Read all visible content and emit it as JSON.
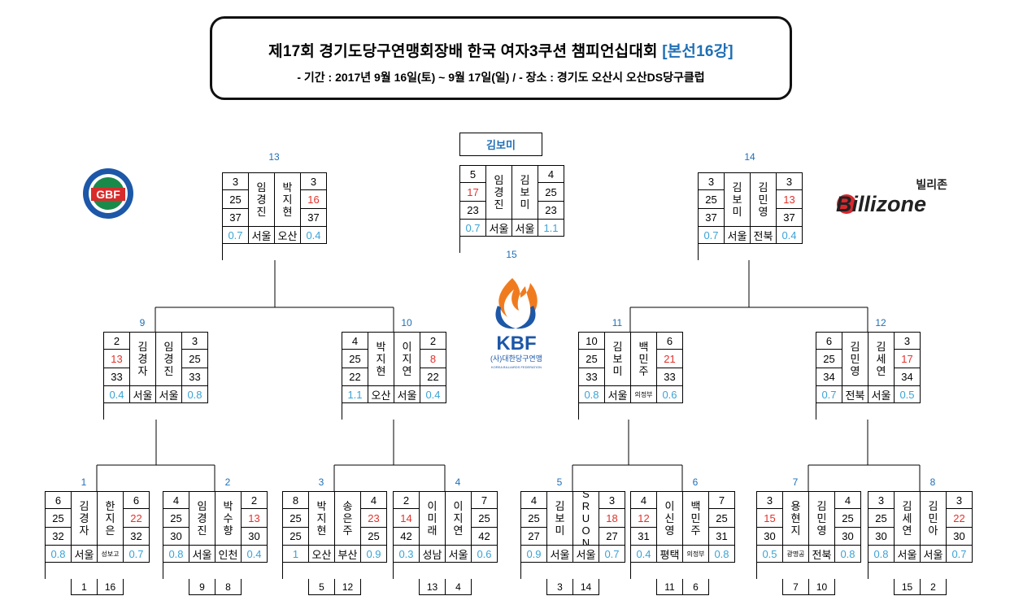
{
  "header": {
    "title_main": "제17회 경기도당구연맹회장배  한국 여자3쿠션 챔피언십대회",
    "title_stage": "[본선16강]",
    "subtitle": "-  기간 : 2017년 9월 16일(토) ~  9월 17일(일) /  - 장소 : 경기도 오산시 오산DS당구클럽"
  },
  "champion": "김보미",
  "logos": {
    "gbf": {
      "text": "GBF"
    },
    "kbf": {
      "text": "KBF",
      "org": "(사)대한당구연맹",
      "org_en": "KOREA BILLIARDS FEDERATION"
    },
    "billizone": {
      "brand_kr": "빌리존",
      "brand_en": "Billizone"
    }
  },
  "colors": {
    "accent_blue": "#1f6fb5",
    "avg_blue": "#3aa3d6",
    "loser_red": "#e2322b"
  },
  "matches": {
    "m1": {
      "number": "1",
      "left": {
        "inning": "6",
        "name": "김경자",
        "region": "서울",
        "score": "25",
        "avg": "0.8"
      },
      "right": {
        "inning": "6",
        "name": "한지은",
        "region": "성보고",
        "score": "22",
        "avg": "0.7"
      },
      "total": "32",
      "seeds": [
        "1",
        "16"
      ]
    },
    "m2": {
      "number": "2",
      "left": {
        "inning": "4",
        "name": "임경진",
        "region": "서울",
        "score": "25",
        "avg": "0.8"
      },
      "right": {
        "inning": "2",
        "name": "박수향",
        "region": "인천",
        "score": "13",
        "avg": "0.4"
      },
      "total": "30",
      "seeds": [
        "9",
        "8"
      ]
    },
    "m3": {
      "number": "3",
      "left": {
        "inning": "8",
        "name": "박지현",
        "region": "오산",
        "score": "25",
        "avg": "1"
      },
      "right": {
        "inning": "4",
        "name": "송은주",
        "region": "부산",
        "score": "23",
        "avg": "0.9"
      },
      "total": "25",
      "seeds": [
        "5",
        "12"
      ]
    },
    "m4": {
      "number": "4",
      "left": {
        "inning": "2",
        "name": "이미래",
        "region": "성남",
        "score": "14",
        "avg": "0.3"
      },
      "right": {
        "inning": "7",
        "name": "이지연",
        "region": "서울",
        "score": "25",
        "avg": "0.6"
      },
      "total": "42",
      "seeds": [
        "13",
        "4"
      ]
    },
    "m5": {
      "number": "5",
      "left": {
        "inning": "4",
        "name": "김보미",
        "region": "서울",
        "score": "25",
        "avg": "0.9"
      },
      "right": {
        "inning": "3",
        "name": "SRUON",
        "region": "서울",
        "score": "18",
        "avg": "0.7"
      },
      "total": "27",
      "seeds": [
        "3",
        "14"
      ]
    },
    "m6": {
      "number": "6",
      "left": {
        "inning": "4",
        "name": "이신영",
        "region": "평택",
        "score": "12",
        "avg": "0.4"
      },
      "right": {
        "inning": "7",
        "name": "백민주",
        "region": "의정부",
        "score": "25",
        "avg": "0.8"
      },
      "total": "31",
      "seeds": [
        "11",
        "6"
      ]
    },
    "m7": {
      "number": "7",
      "left": {
        "inning": "3",
        "name": "용현지",
        "region": "광명공",
        "score": "15",
        "avg": "0.5"
      },
      "right": {
        "inning": "4",
        "name": "김민영",
        "region": "전북",
        "score": "25",
        "avg": "0.8"
      },
      "total": "30",
      "seeds": [
        "7",
        "10"
      ]
    },
    "m8": {
      "number": "8",
      "left": {
        "inning": "3",
        "name": "김세연",
        "region": "서울",
        "score": "25",
        "avg": "0.8"
      },
      "right": {
        "inning": "3",
        "name": "김민아",
        "region": "서울",
        "score": "22",
        "avg": "0.7"
      },
      "total": "30",
      "seeds": [
        "15",
        "2"
      ]
    },
    "m9": {
      "number": "9",
      "left": {
        "inning": "2",
        "name": "김경자",
        "region": "서울",
        "score": "13",
        "avg": "0.4"
      },
      "right": {
        "inning": "3",
        "name": "임경진",
        "region": "서울",
        "score": "25",
        "avg": "0.8"
      },
      "total": "33"
    },
    "m10": {
      "number": "10",
      "left": {
        "inning": "4",
        "name": "박지현",
        "region": "오산",
        "score": "25",
        "avg": "1.1"
      },
      "right": {
        "inning": "2",
        "name": "이지연",
        "region": "서울",
        "score": "8",
        "avg": "0.4"
      },
      "total": "22"
    },
    "m11": {
      "number": "11",
      "left": {
        "inning": "10",
        "name": "김보미",
        "region": "서울",
        "score": "25",
        "avg": "0.8"
      },
      "right": {
        "inning": "6",
        "name": "백민주",
        "region": "의정부",
        "score": "21",
        "avg": "0.6"
      },
      "total": "33"
    },
    "m12": {
      "number": "12",
      "left": {
        "inning": "6",
        "name": "김민영",
        "region": "전북",
        "score": "25",
        "avg": "0.7"
      },
      "right": {
        "inning": "3",
        "name": "김세연",
        "region": "서울",
        "score": "17",
        "avg": "0.5"
      },
      "total": "34"
    },
    "m13": {
      "number": "13",
      "left": {
        "inning": "3",
        "name": "임경진",
        "region": "서울",
        "score": "25",
        "avg": "0.7"
      },
      "right": {
        "inning": "3",
        "name": "박지현",
        "region": "오산",
        "score": "16",
        "avg": "0.4"
      },
      "total": "37"
    },
    "m14": {
      "number": "14",
      "left": {
        "inning": "3",
        "name": "김보미",
        "region": "서울",
        "score": "25",
        "avg": "0.7"
      },
      "right": {
        "inning": "3",
        "name": "김민영",
        "region": "전북",
        "score": "13",
        "avg": "0.4"
      },
      "total": "37"
    },
    "m15": {
      "number": "15",
      "left": {
        "inning": "5",
        "name": "임경진",
        "region": "서울",
        "score": "17",
        "avg": "0.7"
      },
      "right": {
        "inning": "4",
        "name": "김보미",
        "region": "서울",
        "score": "25",
        "avg": "1.1"
      },
      "total": "23"
    }
  }
}
